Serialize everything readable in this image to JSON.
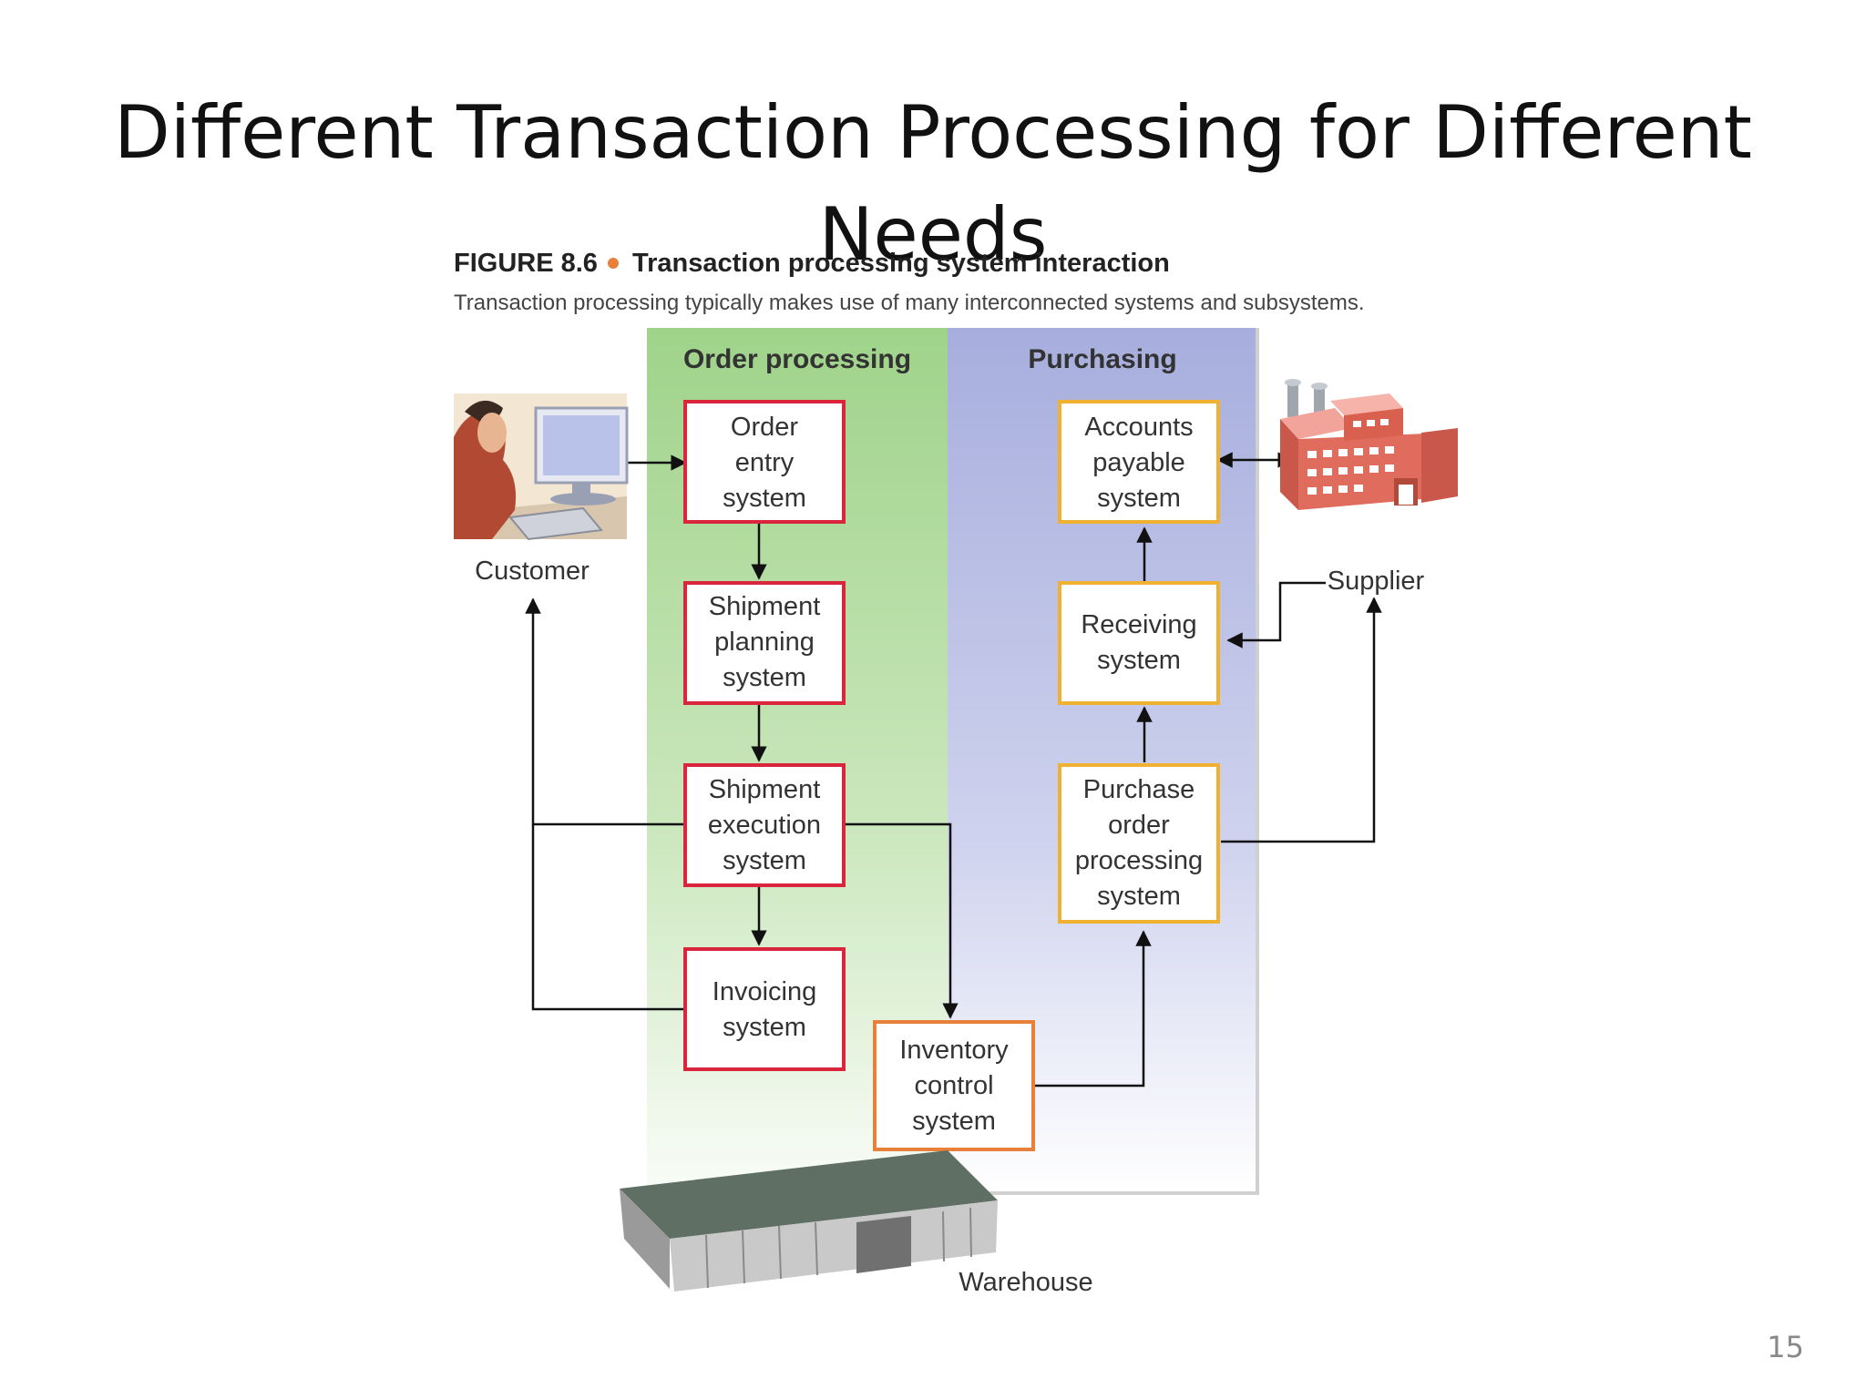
{
  "slide": {
    "title_line1": "Different Transaction Processing for Different",
    "title_line2": "Needs",
    "page_number": "15"
  },
  "figure": {
    "number": "FIGURE 8.6",
    "title": "Transaction processing system interaction",
    "caption": "Transaction processing typically makes use of many interconnected systems and subsystems."
  },
  "columns": {
    "order_processing": "Order processing",
    "purchasing": "Purchasing"
  },
  "boxes": {
    "order_entry": [
      "Order",
      "entry",
      "system"
    ],
    "shipment_planning": [
      "Shipment",
      "planning",
      "system"
    ],
    "shipment_execution": [
      "Shipment",
      "execution",
      "system"
    ],
    "invoicing": [
      "Invoicing",
      "system"
    ],
    "accounts_payable": [
      "Accounts",
      "payable",
      "system"
    ],
    "receiving": [
      "Receiving",
      "system"
    ],
    "purchase_order": [
      "Purchase",
      "order",
      "processing",
      "system"
    ],
    "inventory_control": [
      "Inventory",
      "control",
      "system"
    ]
  },
  "external": {
    "customer": "Customer",
    "supplier": "Supplier",
    "warehouse": "Warehouse"
  },
  "colors": {
    "order_box_border": "#d9263c",
    "purchase_box_border": "#f0b030",
    "inventory_box_border": "#e8803a",
    "green_band": "#9fd38a",
    "purple_band": "#a7aedd"
  }
}
